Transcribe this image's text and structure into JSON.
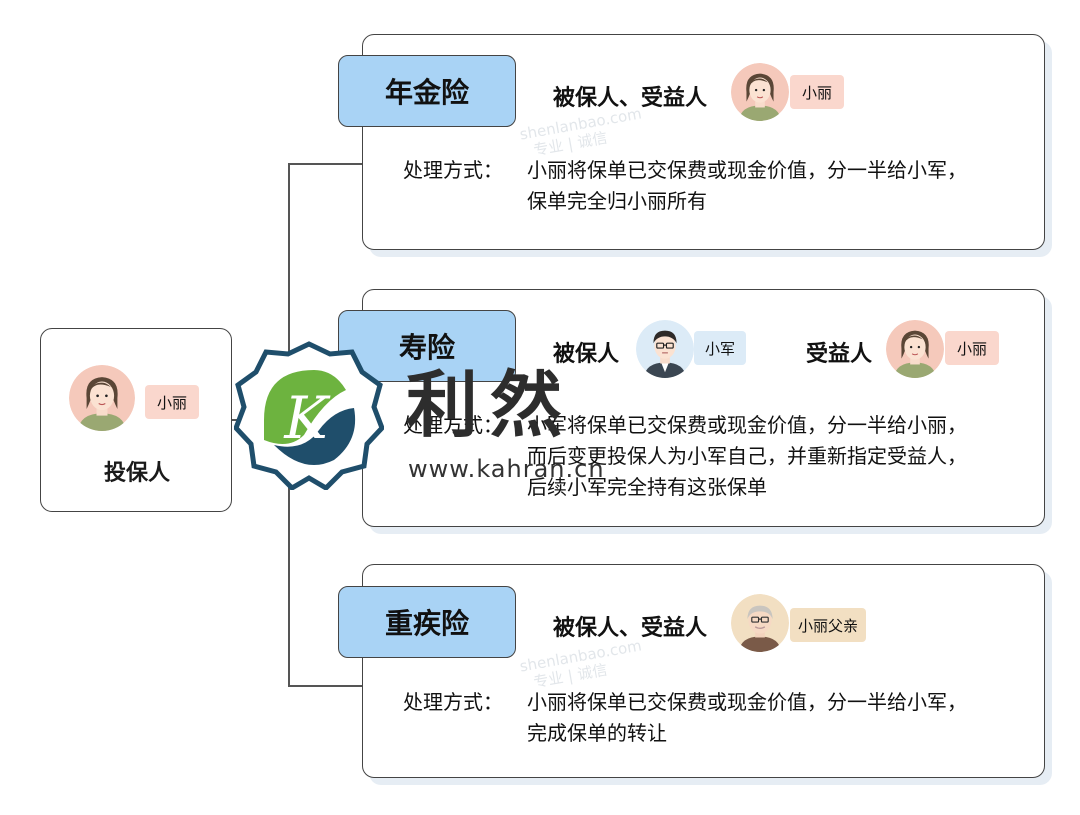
{
  "policyholder": {
    "name": "小丽",
    "label": "投保人"
  },
  "cards": [
    {
      "tag": "年金险",
      "roles": [
        {
          "label": "被保人、受益人",
          "name": "小丽"
        }
      ],
      "method_label": "处理方式：",
      "method_text": "小丽将保单已交保费或现金价值，分一半给小军，\n保单完全归小丽所有"
    },
    {
      "tag": "寿险",
      "roles": [
        {
          "label": "被保人",
          "name": "小军"
        },
        {
          "label": "受益人",
          "name": "小丽"
        }
      ],
      "method_label": "处理方式：",
      "method_text": "小军将保单已交保费或现金价值，分一半给小丽，\n而后变更投保人为小军自己，并重新指定受益人，\n后续小军完全持有这张保单"
    },
    {
      "tag": "重疾险",
      "roles": [
        {
          "label": "被保人、受益人",
          "name": "小丽父亲"
        }
      ],
      "method_label": "处理方式：",
      "method_text": "小丽将保单已交保费或现金价值，分一半给小军，\n完成保单的转让"
    }
  ],
  "watermark": {
    "site": "shenlanbao.com",
    "slogan": "专业 | 诚信",
    "brand_cn": "利然",
    "brand_url": "www.kahran.cn"
  },
  "colors": {
    "tag_fill": "#a9d3f5",
    "badge_pink": "#fad7cd",
    "badge_blue": "#dcebf7",
    "badge_tan": "#f2dfc2",
    "card_shadow": "#e6edf4",
    "logo_green": "#6db33f",
    "logo_navy": "#1f4e6b"
  }
}
